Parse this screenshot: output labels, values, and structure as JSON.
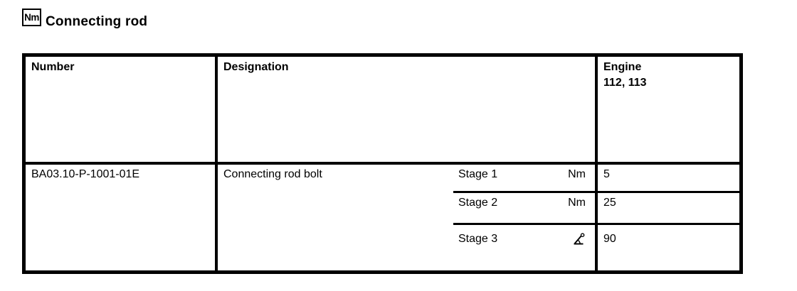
{
  "colors": {
    "foreground": "#000000",
    "background": "#ffffff"
  },
  "page": {
    "title": "Connecting rod",
    "title_icon_label": "Nm",
    "title_icon_name": "nm-torque-icon"
  },
  "table": {
    "headers": {
      "number": "Number",
      "designation": "Designation",
      "engine": "Engine\n112, 113"
    },
    "row": {
      "number": "BA03.10-P-1001-01E",
      "designation": "Connecting rod bolt",
      "stages": [
        {
          "label": "Stage 1",
          "unit": "Nm",
          "unit_icon": null,
          "value": "5"
        },
        {
          "label": "Stage 2",
          "unit": "Nm",
          "unit_icon": null,
          "value": "25"
        },
        {
          "label": "Stage 3",
          "unit": "∡°",
          "unit_icon": "angle-degree-icon",
          "value": "90"
        }
      ]
    }
  }
}
